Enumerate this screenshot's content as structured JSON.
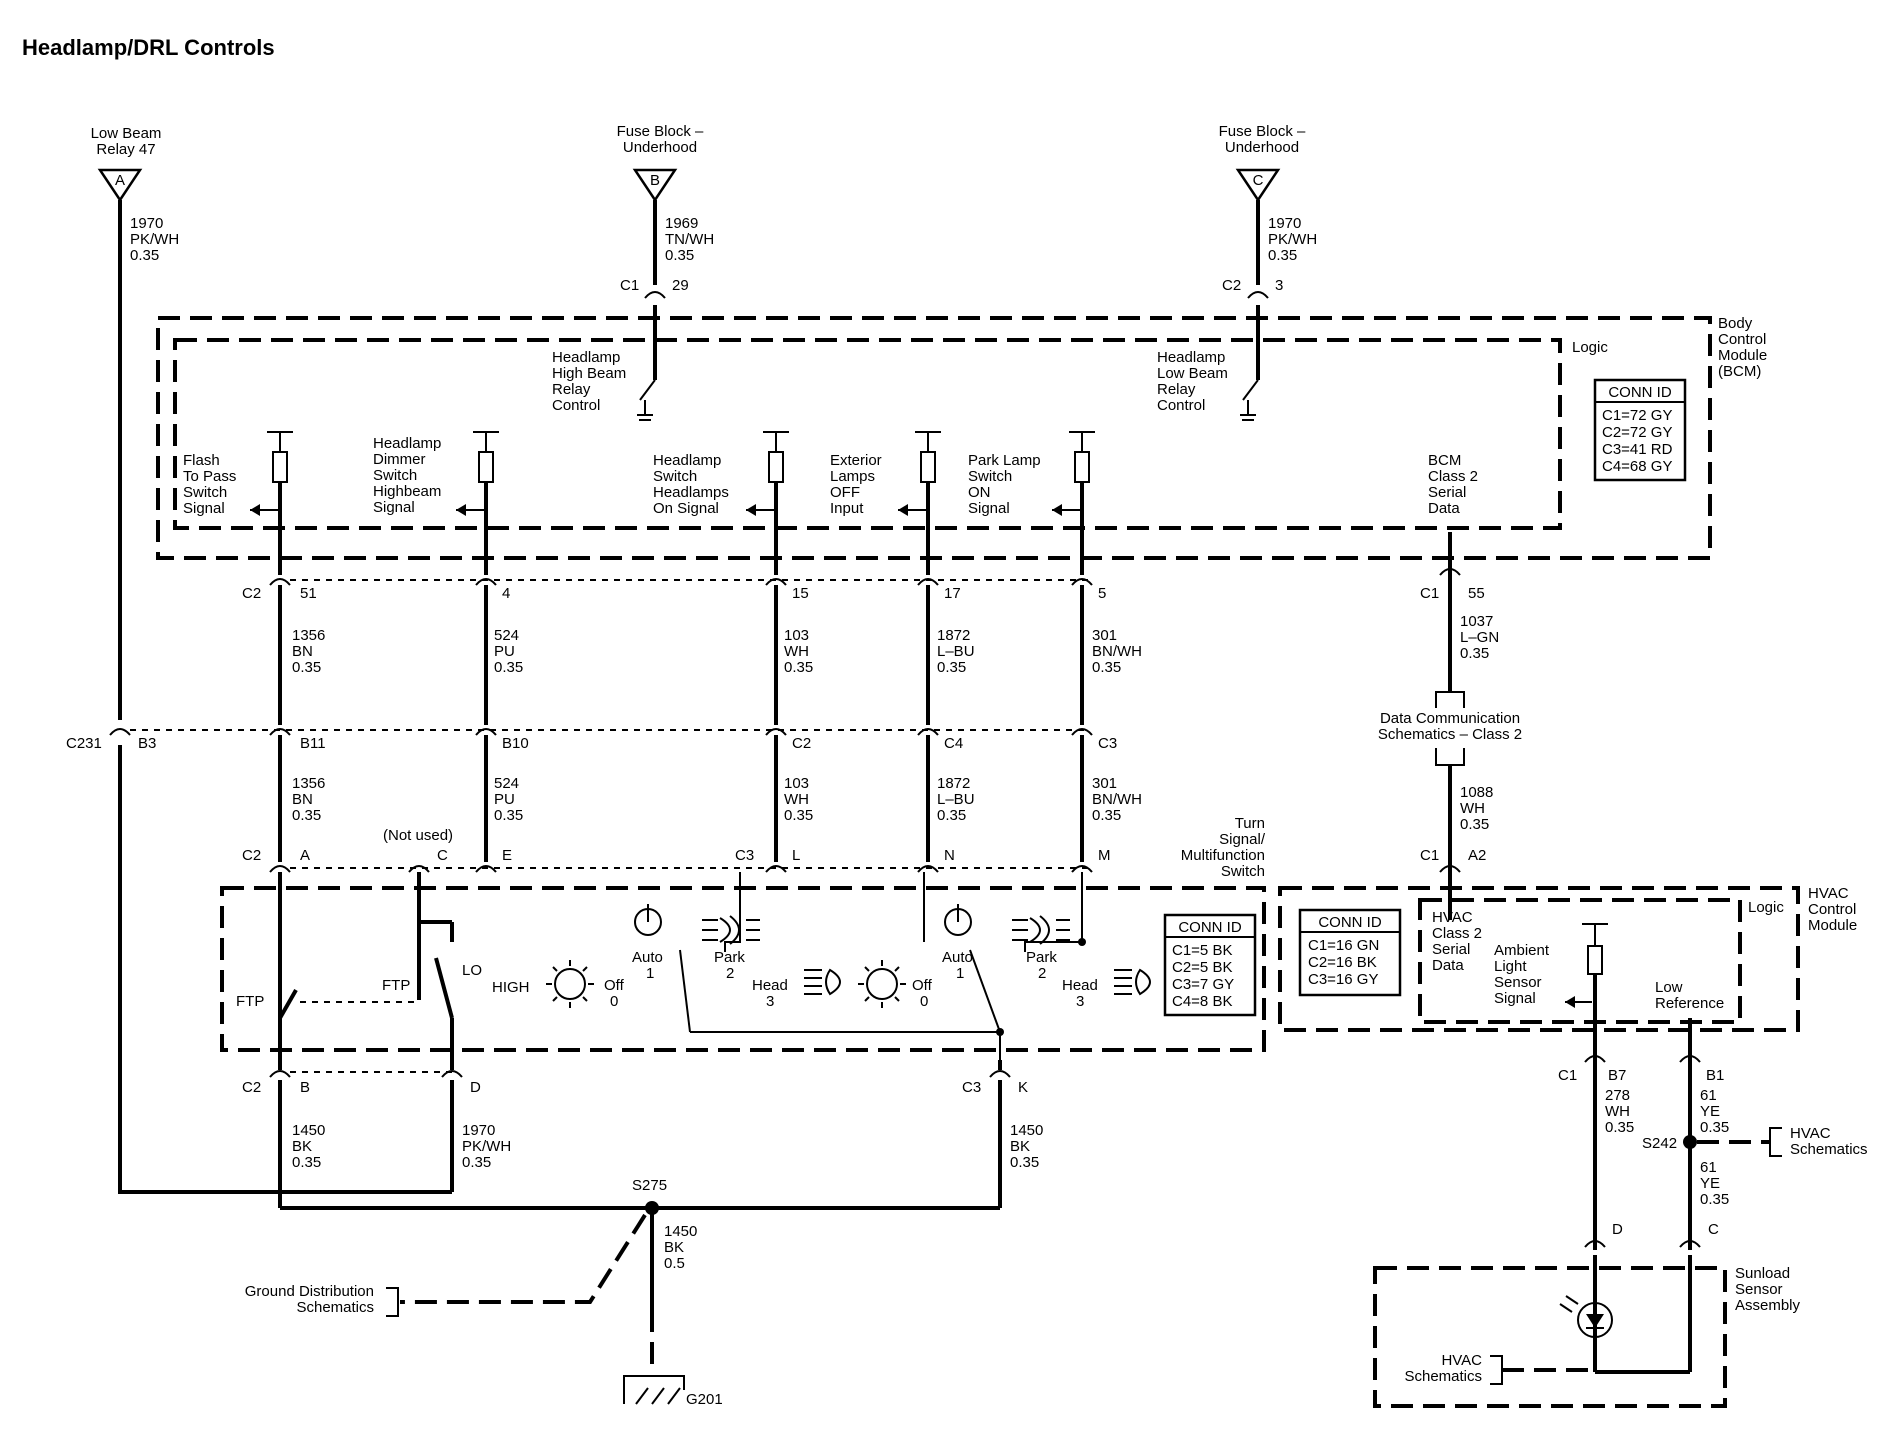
{
  "title": "Headlamp/DRL Controls",
  "sources": {
    "a": {
      "name": "Low Beam\nRelay 47",
      "letter": "A",
      "wire": "1970\nPK/WH\n0.35"
    },
    "b": {
      "name": "Fuse Block –\nUnderhood",
      "letter": "B",
      "wire": "1969\nTN/WH\n0.35",
      "conn": "C1",
      "pin": "29"
    },
    "c": {
      "name": "Fuse Block –\nUnderhood",
      "letter": "C",
      "wire": "1970\nPK/WH\n0.35",
      "conn": "C2",
      "pin": "3"
    }
  },
  "bcm": {
    "name": "Body\nControl\nModule\n(BCM)",
    "logic": "Logic",
    "high_relay": "Headlamp\nHigh Beam\nRelay\nControl",
    "low_relay": "Headlamp\nLow Beam\nRelay\nControl",
    "conn_id": {
      "title": "CONN ID",
      "rows": [
        "C1=72 GY",
        "C2=72 GY",
        "C3=41 RD",
        "C4=68 GY"
      ]
    },
    "signals": [
      {
        "label": "Flash\nTo Pass\nSwitch\nSignal",
        "conn": "C2",
        "pin": "51",
        "wire": "1356\nBN\n0.35",
        "c231": "B11",
        "wire2": "1356\nBN\n0.35",
        "sw_conn": "C2",
        "sw_pin": "A"
      },
      {
        "label": "Headlamp\nDimmer\nSwitch\nHighbeam\nSignal",
        "pin": "4",
        "wire": "524\nPU\n0.35",
        "c231": "B10",
        "wire2": "524\nPU\n0.35",
        "sw_pin": "E"
      },
      {
        "label": "Headlamp\nSwitch\nHeadlamps\nOn  Signal",
        "pin": "15",
        "wire": "103\nWH\n0.35",
        "c231": "C2",
        "wire2": "103\nWH\n0.35",
        "sw_conn": "C3",
        "sw_pin": "L"
      },
      {
        "label": "Exterior\nLamps\nOFF\nInput",
        "pin": "17",
        "wire": "1872\nL–BU\n0.35",
        "c231": "C4",
        "wire2": "1872\nL–BU\n0.35",
        "sw_pin": "N"
      },
      {
        "label": "Park Lamp\nSwitch\nON\nSignal",
        "pin": "5",
        "wire": "301\nBN/WH\n0.35",
        "c231": "C3",
        "wire2": "301\nBN/WH\n0.35",
        "sw_pin": "M"
      }
    ],
    "serial": {
      "label": "BCM\nClass 2\nSerial\nData",
      "conn": "C1",
      "pin": "55",
      "wire": "1037\nL–GN\n0.35"
    }
  },
  "c231": {
    "name": "C231",
    "pin_a": "B3"
  },
  "data_comm": "Data Communication\nSchematics – Class 2",
  "hvac_wire": "1088\nWH\n0.35",
  "hvac_conn": {
    "conn": "C1",
    "pin": "A2"
  },
  "switch": {
    "name": "Turn\nSignal/\nMultifunction\nSwitch",
    "not_used": "(Not used)",
    "pin_c": "C",
    "ftp": "FTP",
    "ftp2": "FTP",
    "lo": "LO",
    "high": "HIGH",
    "pos_a": [
      {
        "label": "Off",
        "num": "0"
      },
      {
        "label": "Auto",
        "num": "1"
      },
      {
        "label": "Park",
        "num": "2"
      },
      {
        "label": "Head",
        "num": "3"
      }
    ],
    "pos_b": [
      {
        "label": "Off",
        "num": "0"
      },
      {
        "label": "Auto",
        "num": "1"
      },
      {
        "label": "Park",
        "num": "2"
      },
      {
        "label": "Head",
        "num": "3"
      }
    ],
    "conn_id": {
      "title": "CONN ID",
      "rows": [
        "C1=5 BK",
        "C2=5 BK",
        "C3=7 GY",
        "C4=8 BK"
      ]
    },
    "out": [
      {
        "conn": "C2",
        "pin": "B",
        "wire": "1450\nBK\n0.35"
      },
      {
        "pin": "D",
        "wire": "1970\nPK/WH\n0.35"
      },
      {
        "conn": "C3",
        "pin": "K",
        "wire": "1450\nBK\n0.35"
      }
    ]
  },
  "ground": {
    "splice": "S275",
    "wire": "1450\nBK\n0.5",
    "dist": "Ground Distribution\nSchematics",
    "name": "G201"
  },
  "hvac": {
    "name": "HVAC\nControl\nModule",
    "logic": "Logic",
    "serial": "HVAC\nClass 2\nSerial\nData",
    "ambient": "Ambient\nLight\nSensor\nSignal",
    "low_ref": "Low\nReference",
    "conn_id": {
      "title": "CONN ID",
      "rows": [
        "C1=16 GN",
        "C2=16 BK",
        "C3=16 GY"
      ]
    },
    "b7": {
      "conn": "C1",
      "pin": "B7",
      "wire": "278\nWH\n0.35"
    },
    "b1": {
      "pin": "B1",
      "wire": "61\nYE\n0.35",
      "wire2": "61\nYE\n0.35"
    },
    "splice": "S242",
    "hvac_schem": "HVAC\nSchematics"
  },
  "sunload": {
    "name": "Sunload\nSensor\nAssembly",
    "pin_d": "D",
    "pin_c": "C",
    "hvac_schem": "HVAC\nSchematics"
  }
}
